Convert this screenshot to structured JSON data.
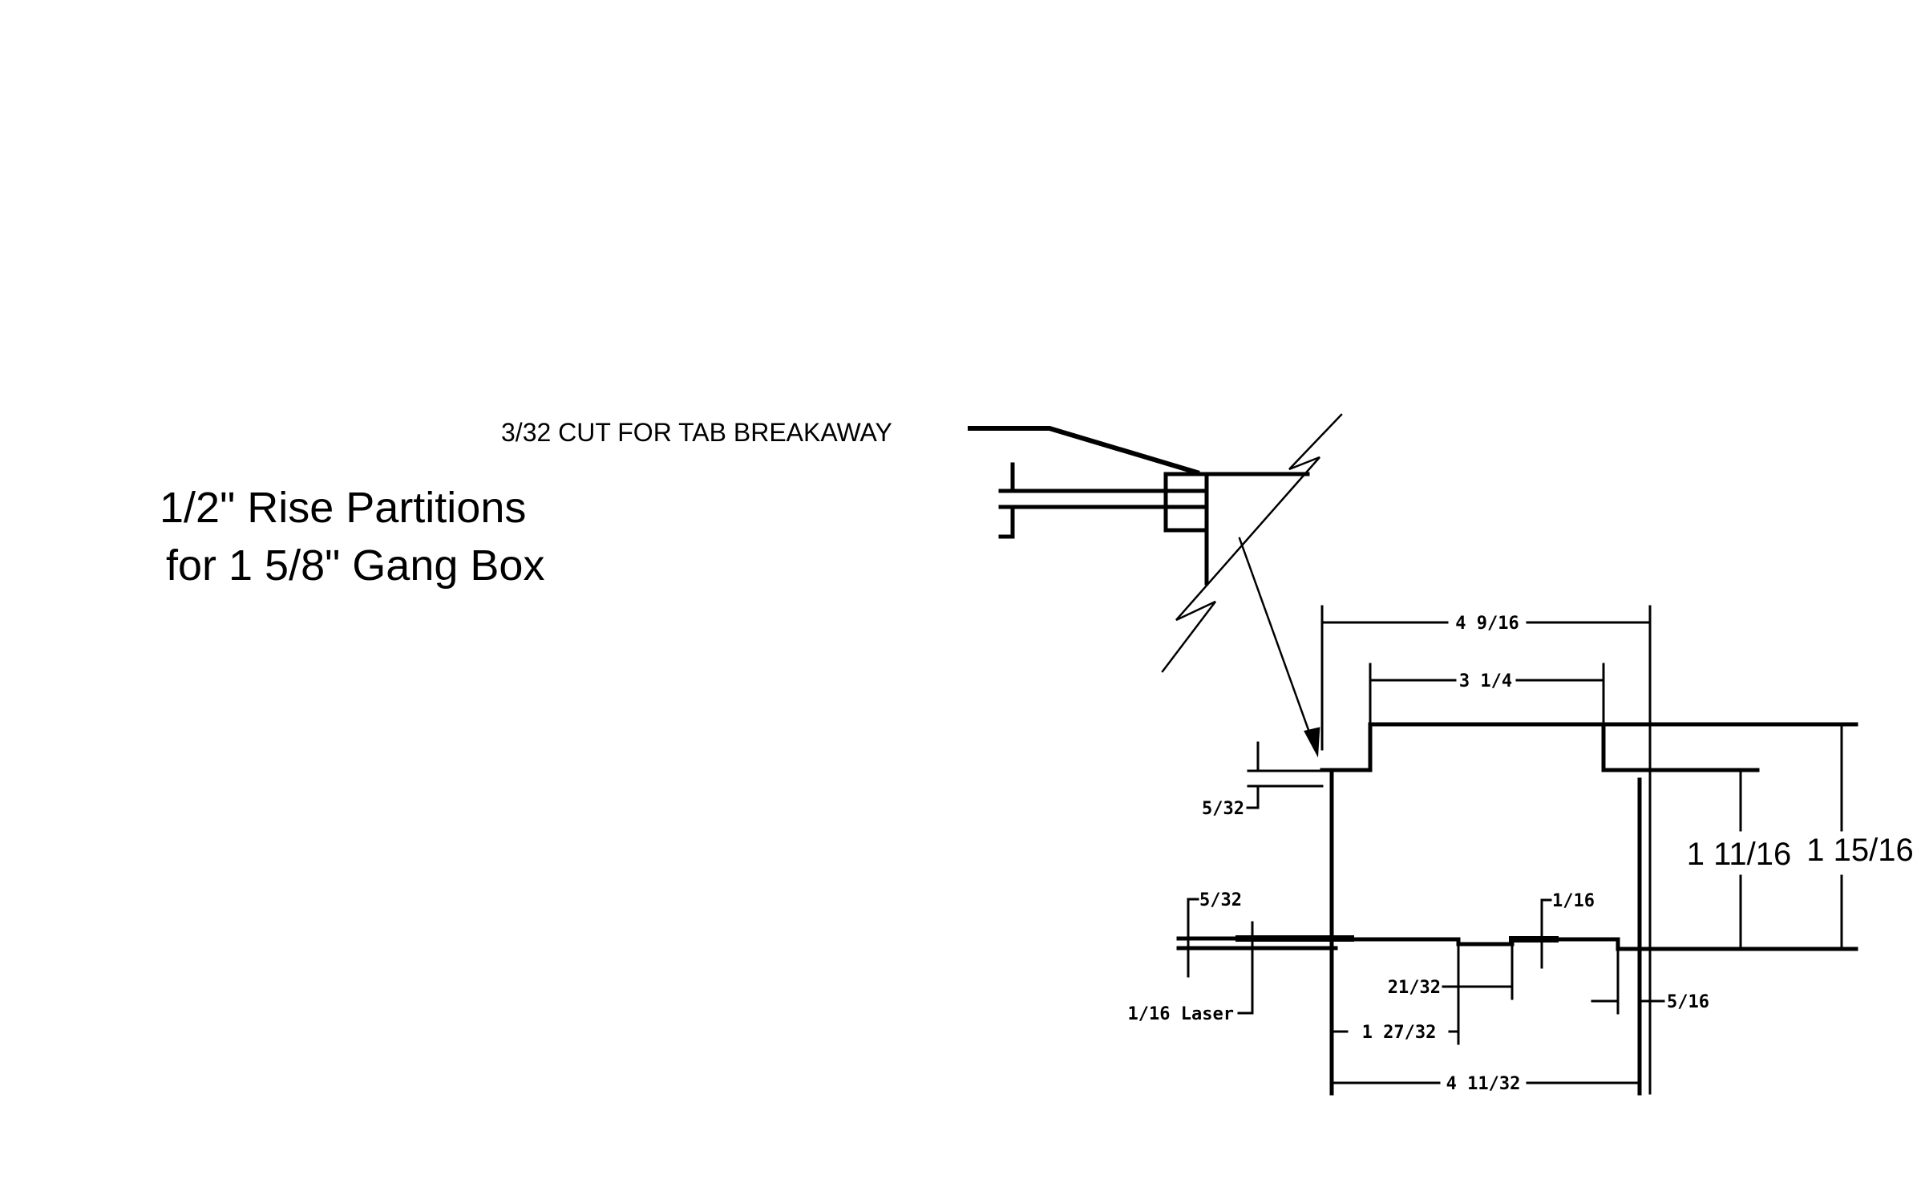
{
  "title": {
    "line1": "1/2\" Rise Partitions",
    "line2": "for 1 5/8\" Gang Box"
  },
  "callout": "3/32 CUT FOR TAB BREAKAWAY",
  "dimensions": {
    "top_outer": "4 9/16",
    "top_inner": "3 1/4",
    "left_step": "5/32",
    "height_inner": "1 11/16",
    "height_outer": "1 15/16",
    "bottom_left_gap": "5/32",
    "notch_depth": "1/16",
    "laser": "1/16 Laser",
    "notch_width": "21/32",
    "notch_offset": "1 27/32",
    "right_offset": "5/16",
    "bottom_width": "4 11/32"
  }
}
